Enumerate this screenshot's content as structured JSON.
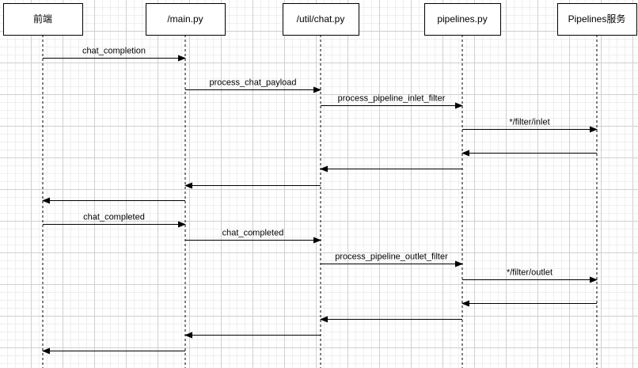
{
  "participants": [
    {
      "id": "frontend",
      "label": "前端"
    },
    {
      "id": "main",
      "label": "/main.py"
    },
    {
      "id": "chat",
      "label": "/util/chat.py"
    },
    {
      "id": "pipelines",
      "label": "pipelines.py"
    },
    {
      "id": "service",
      "label": "Pipelines服务"
    }
  ],
  "messages": [
    {
      "from": "frontend",
      "to": "main",
      "label": "chat_completion"
    },
    {
      "from": "main",
      "to": "chat",
      "label": "process_chat_payload"
    },
    {
      "from": "chat",
      "to": "pipelines",
      "label": "process_pipeline_inlet_filter"
    },
    {
      "from": "pipelines",
      "to": "service",
      "label": "*/filter/inlet"
    },
    {
      "from": "service",
      "to": "pipelines",
      "label": ""
    },
    {
      "from": "pipelines",
      "to": "chat",
      "label": ""
    },
    {
      "from": "chat",
      "to": "main",
      "label": ""
    },
    {
      "from": "main",
      "to": "frontend",
      "label": ""
    },
    {
      "from": "frontend",
      "to": "main",
      "label": "chat_completed"
    },
    {
      "from": "main",
      "to": "chat",
      "label": "chat_completed"
    },
    {
      "from": "chat",
      "to": "pipelines",
      "label": "process_pipeline_outlet_filter"
    },
    {
      "from": "pipelines",
      "to": "service",
      "label": "*/filter/outlet"
    },
    {
      "from": "service",
      "to": "pipelines",
      "label": ""
    },
    {
      "from": "pipelines",
      "to": "chat",
      "label": ""
    },
    {
      "from": "chat",
      "to": "main",
      "label": ""
    },
    {
      "from": "main",
      "to": "frontend",
      "label": ""
    }
  ]
}
